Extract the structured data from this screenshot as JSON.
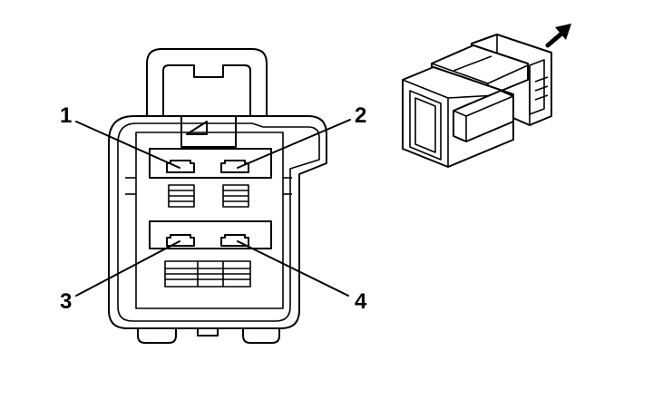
{
  "pins": [
    {
      "number": "1"
    },
    {
      "number": "2"
    },
    {
      "number": "3"
    },
    {
      "number": "4"
    }
  ],
  "colors": {
    "line": "#000000",
    "background": "#ffffff"
  }
}
